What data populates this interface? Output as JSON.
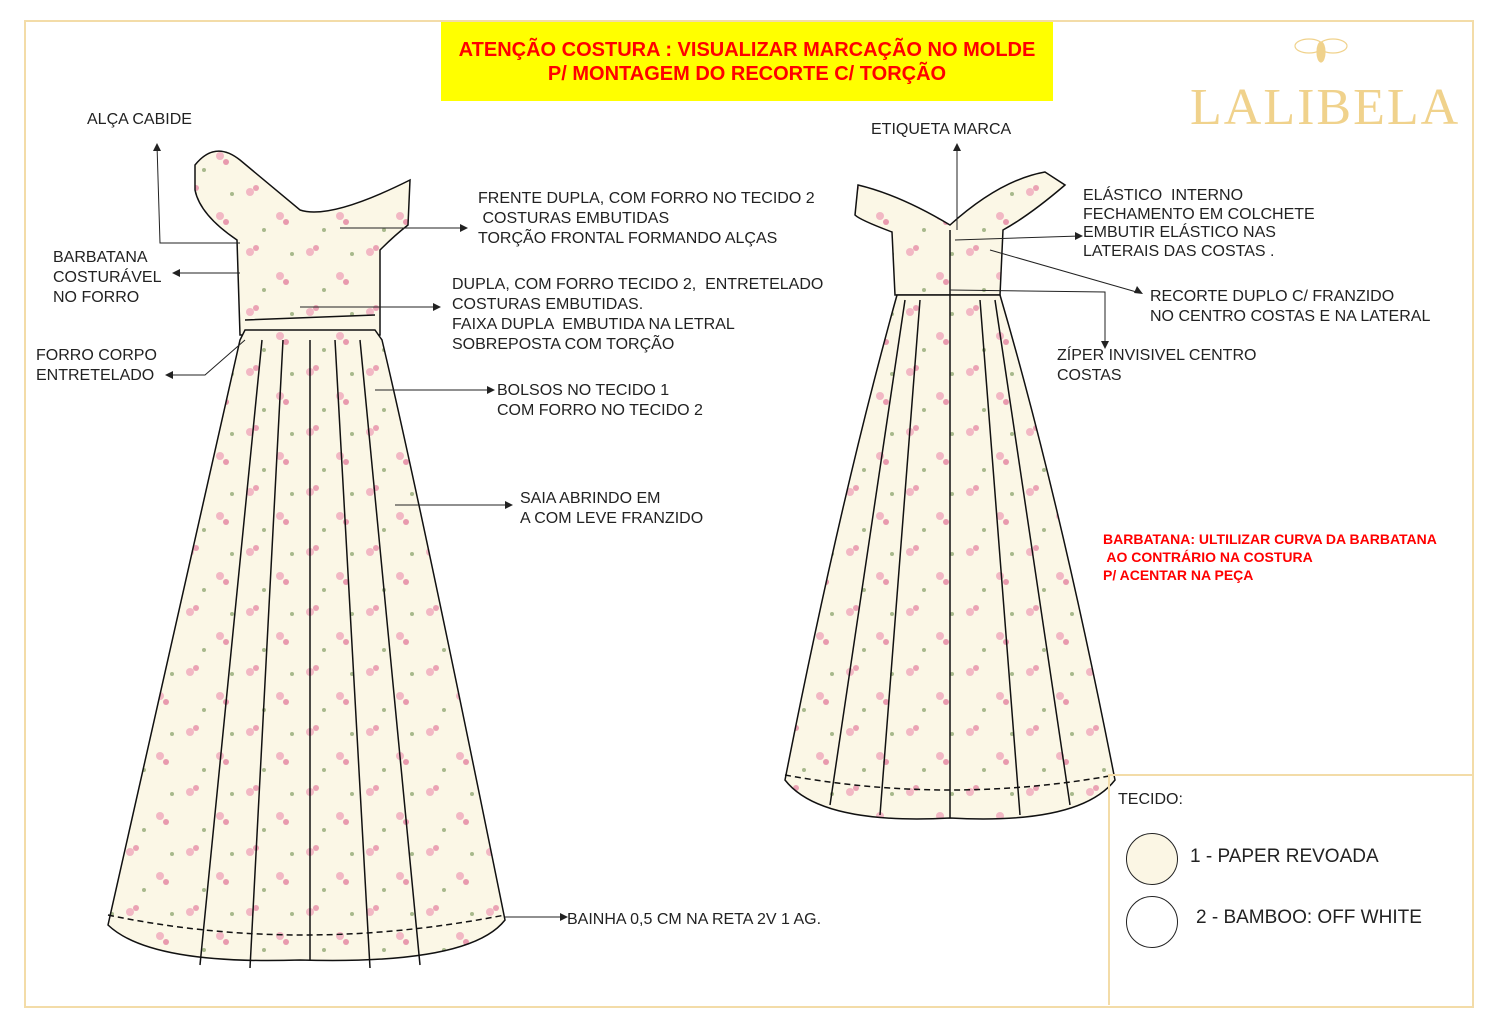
{
  "banner": {
    "line1": "ATENÇÃO COSTURA : VISUALIZAR MARCAÇÃO NO MOLDE",
    "line2": "P/ MONTAGEM DO RECORTE C/ TORÇÃO"
  },
  "brand": {
    "name": "LALIBELA",
    "logo_icon": "bee-icon",
    "color": "#f0d28c"
  },
  "front_labels": {
    "alca": "ALÇA CABIDE",
    "barbatana": "BARBATANA\nCOSTURÁVEL\nNO FORRO",
    "forro": "FORRO CORPO\nENTRETELADO",
    "frente": "FRENTE DUPLA, COM FORRO NO TECIDO 2\n COSTURAS EMBUTIDAS\nTORÇÃO FRONTAL FORMANDO ALÇAS",
    "dupla": "DUPLA, COM FORRO TECIDO 2,  ENTRETELADO\nCOSTURAS EMBUTIDAS.\nFAIXA DUPLA  EMBUTIDA NA LETRAL\nSOBREPOSTA COM TORÇÃO",
    "bolsos": "BOLSOS NO TECIDO 1\nCOM FORRO NO TECIDO 2",
    "saia": "SAIA ABRINDO EM\nA COM LEVE FRANZIDO",
    "bainha": "BAINHA 0,5 CM NA RETA 2V 1 AG."
  },
  "back_labels": {
    "etiqueta": "ETIQUETA MARCA",
    "elastico": "ELÁSTICO  INTERNO\nFECHAMENTO EM COLCHETE\nEMBUTIR ELÁSTICO NAS\nLATERAIS DAS COSTAS .",
    "recorte": "RECORTE DUPLO C/ FRANZIDO\nNO CENTRO COSTAS E NA LATERAL",
    "ziper": "ZÍPER INVISIVEL CENTRO\nCOSTAS"
  },
  "warning": "BARBATANA: ULTILIZAR CURVA DA BARBATANA\n AO CONTRÁRIO NA COSTURA\nP/ ACENTAR NA PEÇA",
  "fabric": {
    "title": "TECIDO:",
    "items": [
      {
        "label": "1 - PAPER REVOADA",
        "swatch": "#fbf6e4"
      },
      {
        "label": "2 - BAMBOO:  OFF WHITE",
        "swatch": "#ffffff"
      }
    ]
  }
}
